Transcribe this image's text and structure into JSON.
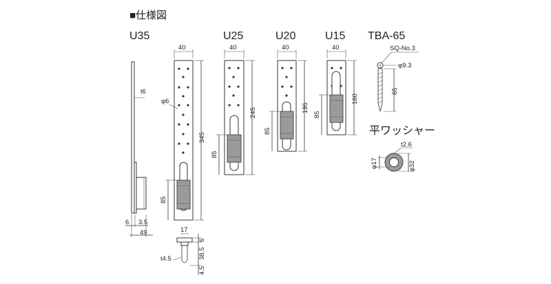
{
  "title": "■仕様図",
  "models": {
    "u35": "U35",
    "u25": "U25",
    "u20": "U20",
    "u15": "U15",
    "tba": "TBA-65",
    "washer": "平ワッシャー"
  },
  "dims": {
    "w40": "40",
    "t6": "t6",
    "phi6": "φ6",
    "u35_len": "345",
    "u35_85": "85",
    "d6": "6",
    "d35": "3.5",
    "d49": "49",
    "d17": "17",
    "t45": "t4.5",
    "d6b": "6",
    "d385": "38.5",
    "d45": "4.5",
    "u25_len": "245",
    "u25_85": "85",
    "u20_len": "195",
    "u20_85": "85",
    "u15_len": "160",
    "u15_85": "85",
    "sq": "SQ-No.3",
    "phi93": "φ9.3",
    "tba_65": "65",
    "t26": "t2.6",
    "phi17": "φ17",
    "phi32": "φ32"
  },
  "colors": {
    "line": "#333333",
    "bracket_grey": "#9a9a9a"
  }
}
